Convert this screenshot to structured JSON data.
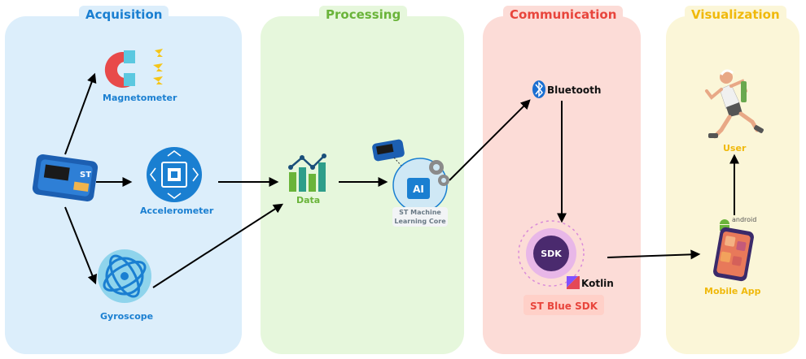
{
  "sections": [
    {
      "title": "Acquisition",
      "color": "#1a7fd1"
    },
    {
      "title": "Processing",
      "color": "#6ab43a"
    },
    {
      "title": "Communication",
      "color": "#e8453c"
    },
    {
      "title": "Visualization",
      "color": "#f0b90b"
    }
  ],
  "nodes": {
    "magnetometer": "Magnetometer",
    "accelerometer": "Accelerometer",
    "gyroscope": "Gyroscope",
    "data": "Data",
    "mlc_line1": "ST Machine",
    "mlc_line2": "Learning Core",
    "ai_chip": "AI",
    "bluetooth": "Bluetooth",
    "sdk_circle": "SDK",
    "kotlin": "Kotlin",
    "sdk_label": "ST Blue SDK",
    "android": "android",
    "mobile_app": "Mobile App",
    "user": "User",
    "board_logo": "ST"
  },
  "colors": {
    "acq_bg": "#dceefb",
    "proc_bg": "#e6f7dc",
    "comm_bg": "#fcdcd7",
    "vis_bg": "#fbf6d8",
    "blue_label": "#1a7fd1",
    "green_label": "#6ab43a",
    "red_label": "#e8453c",
    "yellow_label": "#f0b90b",
    "arrow": "#000000"
  }
}
